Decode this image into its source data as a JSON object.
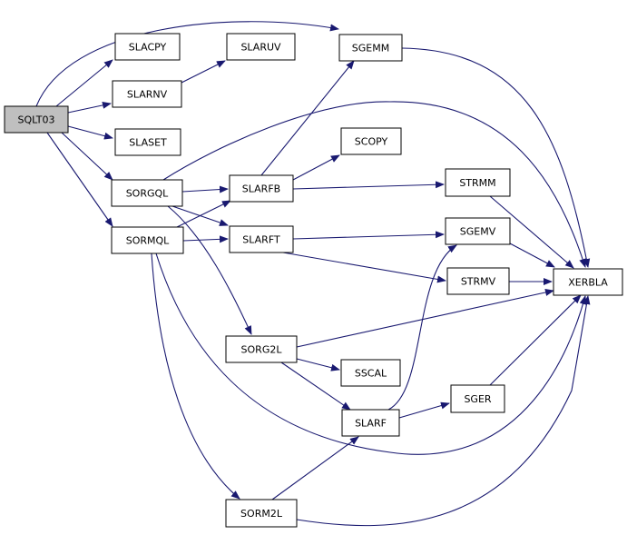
{
  "graph": {
    "edge_color": "#191970",
    "node_fill": "#ffffff",
    "root_fill": "#bfbfbf",
    "nodes": [
      {
        "id": "SQLT03",
        "label": "SQLT03",
        "root": true
      },
      {
        "id": "SLACPY",
        "label": "SLACPY"
      },
      {
        "id": "SLARNV",
        "label": "SLARNV"
      },
      {
        "id": "SLASET",
        "label": "SLASET"
      },
      {
        "id": "SORGQL",
        "label": "SORGQL"
      },
      {
        "id": "SORMQL",
        "label": "SORMQL"
      },
      {
        "id": "SLARUV",
        "label": "SLARUV"
      },
      {
        "id": "SLARFB",
        "label": "SLARFB"
      },
      {
        "id": "SLARFT",
        "label": "SLARFT"
      },
      {
        "id": "SORG2L",
        "label": "SORG2L"
      },
      {
        "id": "SORM2L",
        "label": "SORM2L"
      },
      {
        "id": "SGEMM",
        "label": "SGEMM"
      },
      {
        "id": "SCOPY",
        "label": "SCOPY"
      },
      {
        "id": "SSCAL",
        "label": "SSCAL"
      },
      {
        "id": "SLARF",
        "label": "SLARF"
      },
      {
        "id": "STRMM",
        "label": "STRMM"
      },
      {
        "id": "SGEMV",
        "label": "SGEMV"
      },
      {
        "id": "STRMV",
        "label": "STRMV"
      },
      {
        "id": "SGER",
        "label": "SGER"
      },
      {
        "id": "XERBLA",
        "label": "XERBLA"
      }
    ],
    "edges": [
      {
        "from": "SQLT03",
        "to": "SGEMM"
      },
      {
        "from": "SQLT03",
        "to": "SLACPY"
      },
      {
        "from": "SQLT03",
        "to": "SLARNV"
      },
      {
        "from": "SQLT03",
        "to": "SLASET"
      },
      {
        "from": "SQLT03",
        "to": "SORGQL"
      },
      {
        "from": "SQLT03",
        "to": "SORMQL"
      },
      {
        "from": "SLARNV",
        "to": "SLARUV"
      },
      {
        "from": "SORGQL",
        "to": "XERBLA"
      },
      {
        "from": "SORGQL",
        "to": "SLARFB"
      },
      {
        "from": "SORGQL",
        "to": "SLARFT"
      },
      {
        "from": "SORGQL",
        "to": "SORG2L"
      },
      {
        "from": "SORMQL",
        "to": "SLARFB"
      },
      {
        "from": "SORMQL",
        "to": "SLARFT"
      },
      {
        "from": "SORMQL",
        "to": "XERBLA"
      },
      {
        "from": "SORMQL",
        "to": "SORM2L"
      },
      {
        "from": "SLARFB",
        "to": "SGEMM"
      },
      {
        "from": "SLARFB",
        "to": "SCOPY"
      },
      {
        "from": "SLARFB",
        "to": "STRMM"
      },
      {
        "from": "SLARFT",
        "to": "SGEMV"
      },
      {
        "from": "SLARFT",
        "to": "STRMV"
      },
      {
        "from": "SORG2L",
        "to": "XERBLA"
      },
      {
        "from": "SORG2L",
        "to": "SSCAL"
      },
      {
        "from": "SORG2L",
        "to": "SLARF"
      },
      {
        "from": "SORM2L",
        "to": "SLARF"
      },
      {
        "from": "SORM2L",
        "to": "XERBLA"
      },
      {
        "from": "SLARF",
        "to": "SGEMV"
      },
      {
        "from": "SLARF",
        "to": "SGER"
      },
      {
        "from": "SGEMM",
        "to": "XERBLA"
      },
      {
        "from": "STRMM",
        "to": "XERBLA"
      },
      {
        "from": "SGEMV",
        "to": "XERBLA"
      },
      {
        "from": "STRMV",
        "to": "XERBLA"
      },
      {
        "from": "SGER",
        "to": "XERBLA"
      }
    ]
  }
}
